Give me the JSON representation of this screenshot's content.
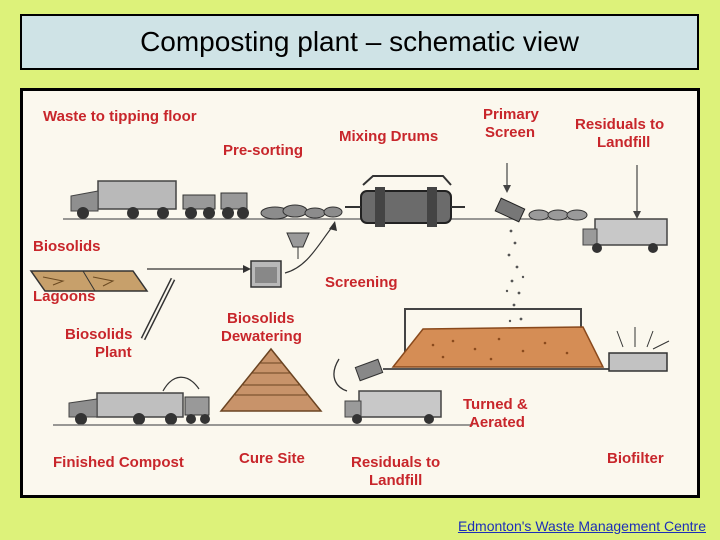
{
  "slide": {
    "title": "Composting plant – schematic view",
    "source_link": "Edmonton's Waste Management Centre"
  },
  "diagram": {
    "labels": {
      "waste_to_tipping_floor": "Waste to tipping floor",
      "pre_sorting": "Pre-sorting",
      "mixing_drums": "Mixing Drums",
      "primary_screen_1": "Primary",
      "primary_screen_2": "Screen",
      "residuals_top_1": "Residuals to",
      "residuals_top_2": "Landfill",
      "biosolids": "Biosolids",
      "lagoons": "Lagoons",
      "screening": "Screening",
      "biosolids_plant_1": "Biosolids",
      "biosolids_plant_2": "Plant",
      "biosolids_dewatering_1": "Biosolids",
      "biosolids_dewatering_2": "Dewatering",
      "turned_aerated_1": "Turned &",
      "turned_aerated_2": "Aerated",
      "finished_compost": "Finished Compost",
      "cure_site": "Cure Site",
      "residuals_bottom_1": "Residuals to",
      "residuals_bottom_2": "Landfill",
      "biofilter": "Biofilter"
    }
  }
}
